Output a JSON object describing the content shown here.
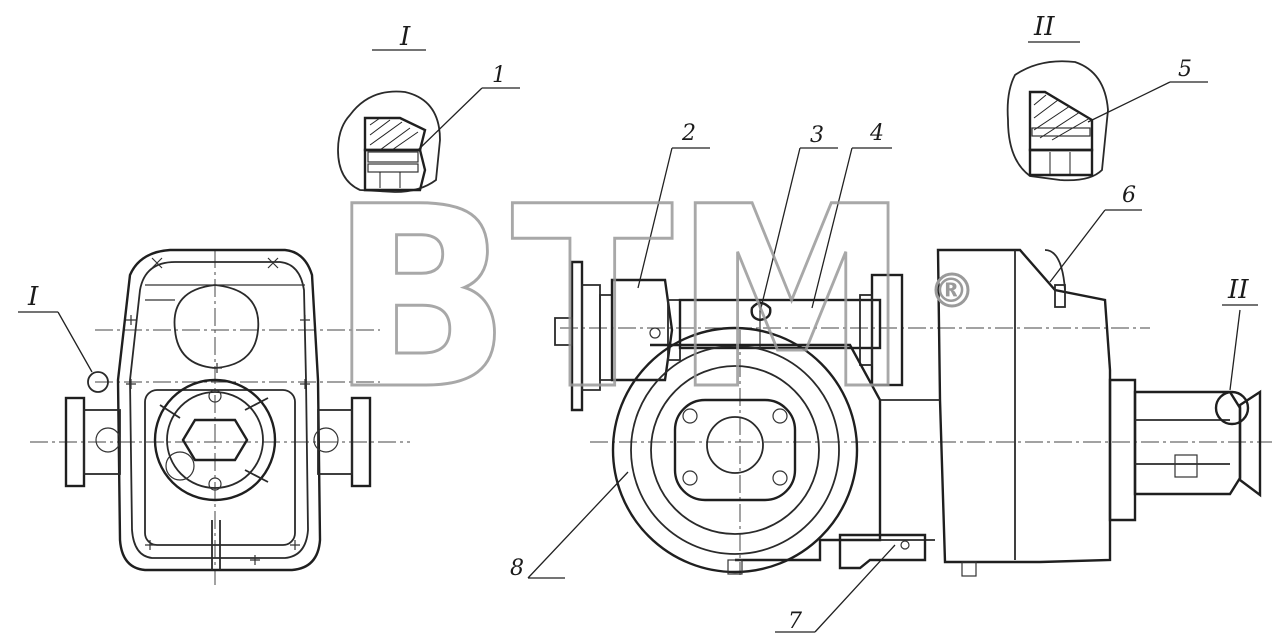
{
  "callouts": {
    "c1": "1",
    "c2": "2",
    "c3": "3",
    "c4": "4",
    "c5": "5",
    "c6": "6",
    "c7": "7",
    "c8": "8"
  },
  "views": {
    "detail_1_title": "I",
    "detail_2_title": "II",
    "ref_1": "I",
    "ref_2": "II"
  },
  "watermark": {
    "text": "BTM",
    "registered": "®",
    "color": "#9a9a9a"
  },
  "colors": {
    "background": "#ffffff",
    "ink": "#1f1f1f"
  }
}
